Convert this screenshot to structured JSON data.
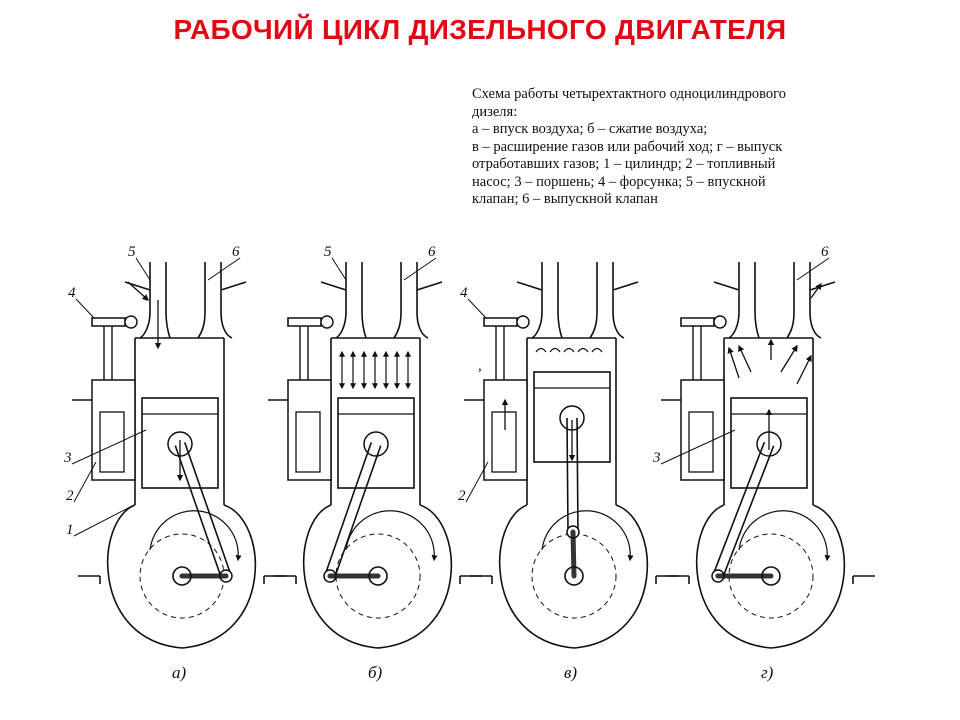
{
  "title": "РАБОЧИЙ ЦИКЛ ДИЗЕЛЬНОГО ДВИГАТЕЛЯ",
  "colors": {
    "title": "#e30613",
    "ink": "#111111"
  },
  "caption": {
    "lines": [
      "Схема работы четырехтактного одноцилиндрового",
      "дизеля:",
      "а – впуск воздуха; б – сжатие воздуха;",
      "в – расширение газов или рабочий ход; г – выпуск",
      "отработавших газов; 1 – цилиндр; 2 – топливный",
      "насос; 3 – поршень; 4 – форсунка; 5 – впускной",
      "клапан; 6 – выпускной клапан"
    ]
  },
  "stages": [
    {
      "sublabel": "а)",
      "markers": {
        "valve_in": "5",
        "valve_out": "6",
        "injector": "4",
        "piston": "3",
        "pump": "2",
        "cylinder": "1"
      }
    },
    {
      "sublabel": "б)",
      "markers": {
        "valve_in": "5",
        "valve_out": "6"
      }
    },
    {
      "sublabel": "в)",
      "markers": {
        "injector": "4",
        "pump": "2"
      }
    },
    {
      "sublabel": "г)",
      "markers": {
        "valve_out": "6",
        "piston": "3"
      }
    }
  ]
}
